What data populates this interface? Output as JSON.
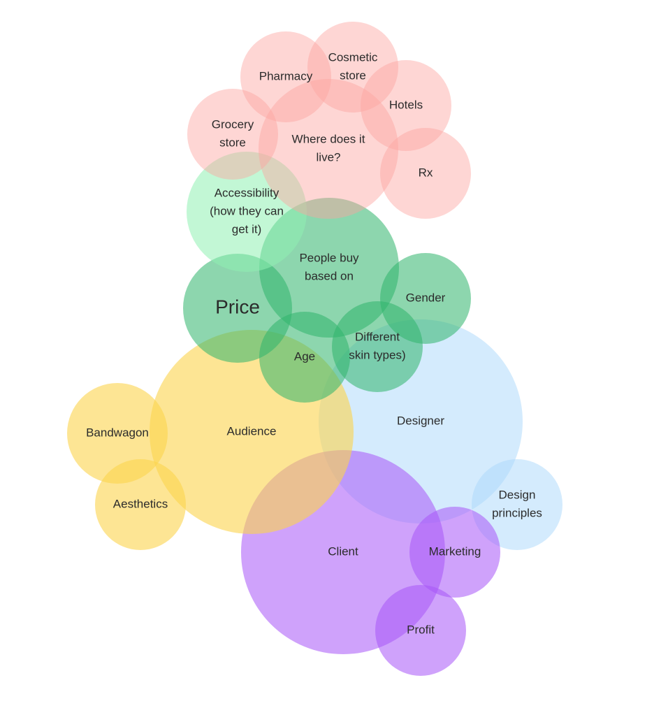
{
  "diagram": {
    "colors": {
      "pink": "#fca5a0",
      "green": "#2fb56c",
      "mint": "#8ff0b3",
      "yellow": "#fcd34d",
      "blue": "#a9d8fb",
      "purple": "#a855f7",
      "text": "#2b2b2b"
    },
    "bubbles": [
      {
        "id": "designer",
        "lines": [
          "Designer"
        ]
      },
      {
        "id": "design-principles",
        "lines": [
          "Design",
          "principles"
        ]
      },
      {
        "id": "client",
        "lines": [
          "Client"
        ]
      },
      {
        "id": "marketing",
        "lines": [
          "Marketing"
        ]
      },
      {
        "id": "profit",
        "lines": [
          "Profit"
        ]
      },
      {
        "id": "audience",
        "lines": [
          "Audience"
        ]
      },
      {
        "id": "bandwagon",
        "lines": [
          "Bandwagon"
        ]
      },
      {
        "id": "aesthetics",
        "lines": [
          "Aesthetics"
        ]
      },
      {
        "id": "price",
        "lines": [
          "Price"
        ]
      },
      {
        "id": "people-buy-based-on",
        "lines": [
          "People buy",
          "based on"
        ]
      },
      {
        "id": "gender",
        "lines": [
          "Gender"
        ]
      },
      {
        "id": "age",
        "lines": [
          "Age"
        ]
      },
      {
        "id": "different-skin-types",
        "lines": [
          "Different",
          "skin types)"
        ]
      },
      {
        "id": "accessibility",
        "lines": [
          "Accessibility",
          "(how they can",
          "get it)"
        ]
      },
      {
        "id": "where-does-it-live",
        "lines": [
          "Where does it",
          "live?"
        ]
      },
      {
        "id": "pharmacy",
        "lines": [
          "Pharmacy"
        ]
      },
      {
        "id": "cosmetic-store",
        "lines": [
          "Cosmetic",
          "store"
        ]
      },
      {
        "id": "hotels",
        "lines": [
          "Hotels"
        ]
      },
      {
        "id": "grocery-store",
        "lines": [
          "Grocery",
          "store"
        ]
      },
      {
        "id": "rx",
        "lines": [
          "Rx"
        ]
      }
    ]
  }
}
